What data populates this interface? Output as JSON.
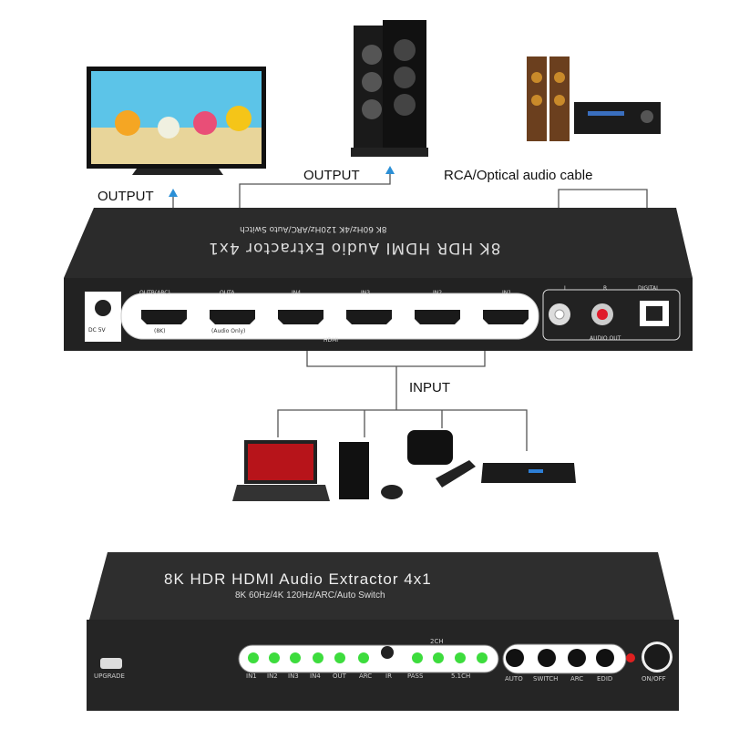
{
  "labels": {
    "output_tv": "OUTPUT",
    "output_speaker": "OUTPUT",
    "audio_cable": "RCA/Optical audio cable",
    "input": "INPUT"
  },
  "back_panel": {
    "title": "8K HDR HDMI Audio Extractor 4x1",
    "subtitle": "8K 60Hz/4K 120Hz/ARC/Auto Switch",
    "power": "DC 5V",
    "ports": [
      {
        "label": "OUTB(ARC)",
        "sub": "(8K)"
      },
      {
        "label": "OUTA",
        "sub": "(Audio Only)"
      },
      {
        "label": "IN4",
        "sub": ""
      },
      {
        "label": "IN3",
        "sub": ""
      },
      {
        "label": "IN2",
        "sub": ""
      },
      {
        "label": "IN1",
        "sub": ""
      }
    ],
    "hdmi_group": "HDMI",
    "audio": {
      "l": "L",
      "r": "R",
      "digital": "DIGITAL",
      "group": "AUDIO OUT"
    }
  },
  "front_panel": {
    "title": "8K HDR HDMI Audio Extractor 4x1",
    "subtitle": "8K 60Hz/4K 120Hz/ARC/Auto Switch",
    "upgrade": "UPGRADE",
    "led_labels": [
      "IN1",
      "IN2",
      "IN3",
      "IN4",
      "OUT",
      "ARC",
      "IR",
      "PASS",
      "5.1CH"
    ],
    "group_2ch": "2CH",
    "buttons": [
      "AUTO",
      "SWITCH",
      "ARC",
      "EDID"
    ],
    "power": "ON/OFF",
    "led_color": "#3ddc3d",
    "power_led_color": "#e02020"
  }
}
